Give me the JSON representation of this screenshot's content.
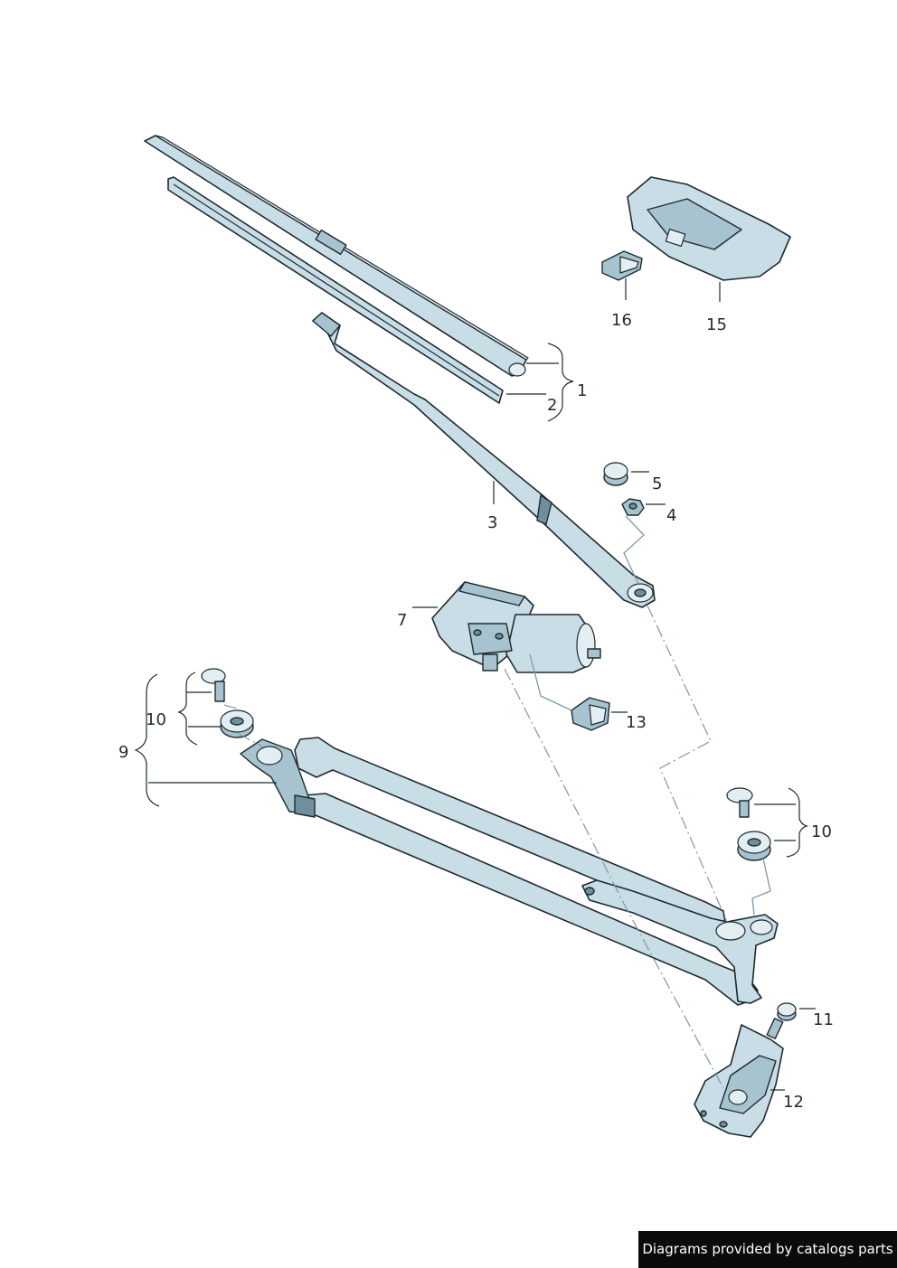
{
  "callouts": {
    "c1": "1",
    "c2": "2",
    "c3": "3",
    "c4": "4",
    "c5": "5",
    "c7": "7",
    "c9": "9",
    "c10a": "10",
    "c10b": "10",
    "c11": "11",
    "c12": "12",
    "c13": "13",
    "c15": "15",
    "c16": "16"
  },
  "footer": {
    "text": "Diagrams provided by catalogs parts"
  }
}
